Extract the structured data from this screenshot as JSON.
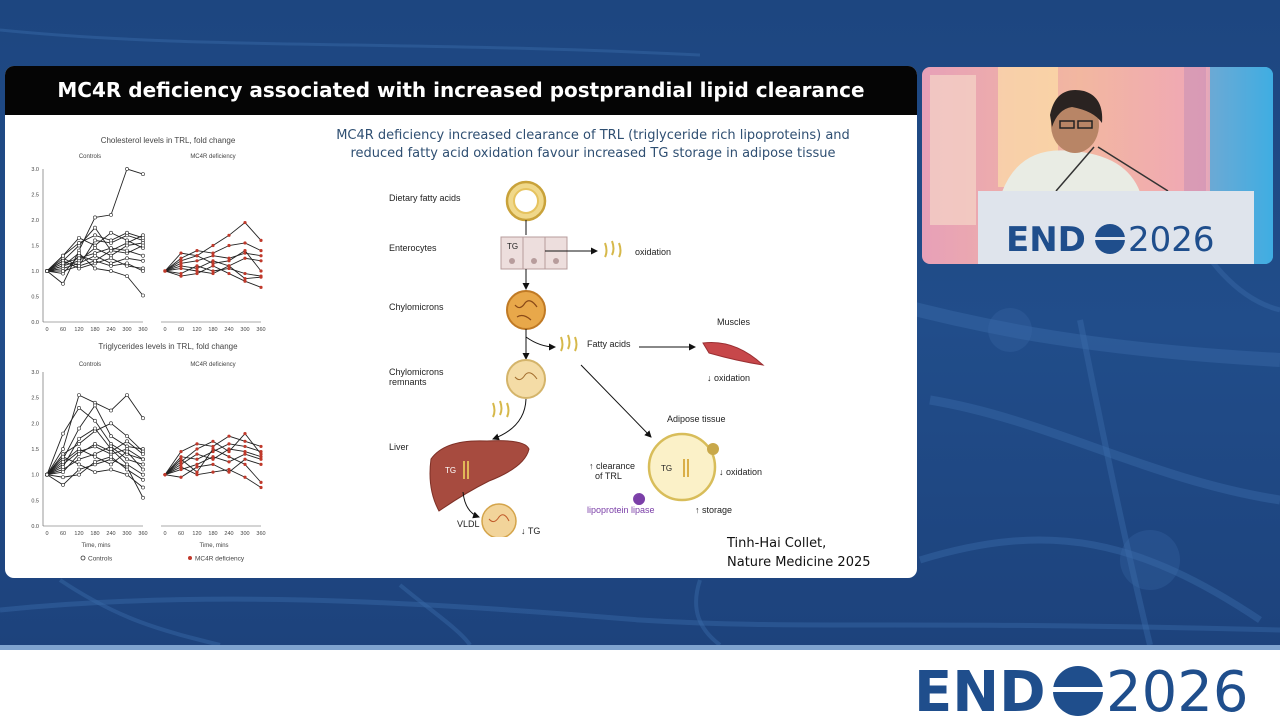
{
  "slide": {
    "title": "MC4R deficiency associated with increased postprandial lipid clearance",
    "subtitle_line1": "MC4R deficiency increased clearance of TRL (triglyceride rich lipoproteins) and",
    "subtitle_line2": "reduced fatty acid oxidation favour increased TG storage in adipose tissue",
    "citation_line1": "Tinh-Hai Collet,",
    "citation_line2": "Nature Medicine 2025"
  },
  "chart_data": [
    {
      "type": "line",
      "title": "Cholesterol levels in TRL, fold change",
      "panel": "Controls",
      "x": [
        0,
        60,
        120,
        180,
        240,
        300,
        360
      ],
      "yticks": [
        "0.0",
        "0.5",
        "1.0",
        "1.5",
        "2.0",
        "2.5",
        "3.0"
      ],
      "ylim": [
        0,
        3
      ],
      "marker": "open-circle",
      "color": "#222222",
      "series": [
        {
          "values": [
            1.0,
            0.75,
            1.4,
            2.05,
            2.1,
            3.0,
            2.9
          ]
        },
        {
          "values": [
            1.0,
            1.2,
            1.5,
            1.85,
            1.4,
            1.55,
            1.7
          ]
        },
        {
          "values": [
            1.0,
            1.25,
            1.1,
            1.6,
            1.55,
            1.7,
            1.6
          ]
        },
        {
          "values": [
            1.0,
            1.3,
            1.65,
            1.5,
            1.75,
            1.6,
            1.45
          ]
        },
        {
          "values": [
            1.0,
            1.1,
            1.2,
            1.45,
            1.3,
            1.5,
            1.55
          ]
        },
        {
          "values": [
            1.0,
            0.95,
            1.3,
            1.2,
            1.4,
            1.35,
            1.5
          ]
        },
        {
          "values": [
            1.0,
            1.05,
            1.15,
            1.3,
            1.15,
            1.25,
            1.2
          ]
        },
        {
          "values": [
            1.0,
            1.2,
            1.05,
            1.15,
            1.25,
            1.1,
            1.05
          ]
        },
        {
          "values": [
            1.0,
            1.1,
            1.35,
            1.05,
            1.0,
            0.9,
            0.52
          ]
        },
        {
          "values": [
            1.0,
            1.15,
            1.25,
            1.35,
            1.45,
            1.4,
            1.3
          ]
        },
        {
          "values": [
            1.0,
            1.3,
            1.55,
            1.7,
            1.6,
            1.75,
            1.65
          ]
        },
        {
          "values": [
            1.0,
            1.0,
            1.1,
            1.2,
            1.1,
            1.15,
            1.0
          ]
        }
      ]
    },
    {
      "type": "line",
      "panel": "MC4R deficiency",
      "x": [
        0,
        60,
        120,
        180,
        240,
        300,
        360
      ],
      "ylim": [
        0,
        3
      ],
      "marker": "filled-circle",
      "color": "#c0392b",
      "series": [
        {
          "values": [
            1.0,
            1.35,
            1.3,
            1.5,
            1.7,
            1.95,
            1.6
          ]
        },
        {
          "values": [
            1.0,
            1.25,
            1.4,
            1.35,
            1.5,
            1.55,
            1.4
          ]
        },
        {
          "values": [
            1.0,
            1.15,
            1.2,
            1.3,
            1.25,
            1.35,
            1.3
          ]
        },
        {
          "values": [
            1.0,
            1.1,
            1.05,
            1.2,
            1.1,
            1.25,
            1.2
          ]
        },
        {
          "values": [
            1.0,
            0.95,
            1.1,
            1.0,
            1.05,
            0.95,
            0.9
          ]
        },
        {
          "values": [
            1.0,
            1.05,
            1.0,
            0.95,
            1.1,
            0.85,
            0.88
          ]
        },
        {
          "values": [
            1.0,
            0.9,
            0.95,
            1.1,
            0.95,
            0.8,
            0.68
          ]
        },
        {
          "values": [
            1.0,
            1.2,
            1.3,
            1.15,
            1.2,
            1.4,
            1.0
          ]
        }
      ]
    },
    {
      "type": "line",
      "title": "Triglycerides levels in TRL, fold change",
      "panel": "Controls",
      "x": [
        0,
        60,
        120,
        180,
        240,
        300,
        360
      ],
      "xticks": [
        "0",
        "60",
        "120",
        "180",
        "240",
        "300",
        "360"
      ],
      "yticks": [
        "0.0",
        "0.5",
        "1.0",
        "1.5",
        "2.0",
        "2.5",
        "3.0"
      ],
      "ylim": [
        0,
        3
      ],
      "xlabel": "Time, mins",
      "marker": "open-circle",
      "color": "#222222",
      "series": [
        {
          "values": [
            1.0,
            1.5,
            2.55,
            2.4,
            2.25,
            2.55,
            2.1
          ]
        },
        {
          "values": [
            1.0,
            1.8,
            2.3,
            2.05,
            1.6,
            1.4,
            1.3
          ]
        },
        {
          "values": [
            1.0,
            1.3,
            1.9,
            2.35,
            1.75,
            1.55,
            1.5
          ]
        },
        {
          "values": [
            1.0,
            1.4,
            1.6,
            1.85,
            2.0,
            1.75,
            1.45
          ]
        },
        {
          "values": [
            1.0,
            1.2,
            1.45,
            1.55,
            1.4,
            1.5,
            1.3
          ]
        },
        {
          "values": [
            1.0,
            1.1,
            1.3,
            1.4,
            1.55,
            1.3,
            1.2
          ]
        },
        {
          "values": [
            1.0,
            1.25,
            1.5,
            1.35,
            1.2,
            1.45,
            1.1
          ]
        },
        {
          "values": [
            1.0,
            0.8,
            1.1,
            1.2,
            1.3,
            1.15,
            0.55
          ]
        },
        {
          "values": [
            1.0,
            1.35,
            1.2,
            1.05,
            1.1,
            1.0,
            0.75
          ]
        },
        {
          "values": [
            1.0,
            1.05,
            1.4,
            1.6,
            1.45,
            1.65,
            1.4
          ]
        },
        {
          "values": [
            1.0,
            1.15,
            1.7,
            1.9,
            1.5,
            1.2,
            1.0
          ]
        },
        {
          "values": [
            1.0,
            0.95,
            1.0,
            1.25,
            1.35,
            1.1,
            0.9
          ]
        }
      ]
    },
    {
      "type": "line",
      "panel": "MC4R deficiency",
      "x": [
        0,
        60,
        120,
        180,
        240,
        300,
        360
      ],
      "xticks": [
        "0",
        "60",
        "120",
        "180",
        "240",
        "300",
        "360"
      ],
      "ylim": [
        0,
        3
      ],
      "xlabel": "Time, mins",
      "marker": "filled-circle",
      "color": "#c0392b",
      "series": [
        {
          "values": [
            1.0,
            1.45,
            1.6,
            1.55,
            1.75,
            1.65,
            1.55
          ]
        },
        {
          "values": [
            1.0,
            1.25,
            1.5,
            1.65,
            1.45,
            1.8,
            1.4
          ]
        },
        {
          "values": [
            1.0,
            1.35,
            1.3,
            1.45,
            1.6,
            1.55,
            1.45
          ]
        },
        {
          "values": [
            1.0,
            1.1,
            1.2,
            1.35,
            1.25,
            1.4,
            1.3
          ]
        },
        {
          "values": [
            1.0,
            0.95,
            1.15,
            1.2,
            1.05,
            1.3,
            1.2
          ]
        },
        {
          "values": [
            1.0,
            1.15,
            1.0,
            1.05,
            1.1,
            0.95,
            0.75
          ]
        },
        {
          "values": [
            1.0,
            1.3,
            1.05,
            1.5,
            1.35,
            1.2,
            0.85
          ]
        },
        {
          "values": [
            1.0,
            1.2,
            1.4,
            1.3,
            1.5,
            1.45,
            1.35
          ]
        }
      ]
    }
  ],
  "chart_legend": {
    "controls": "Controls",
    "mc4r": "MC4R deficiency"
  },
  "diagram": {
    "dietary": "Dietary fatty acids",
    "enterocytes": "Enterocytes",
    "tg": "TG",
    "oxidation": "oxidation",
    "chylomicrons": "Chylomicrons",
    "remnants_line1": "Chylomicrons",
    "remnants_line2": "remnants",
    "fatty_acids": "Fatty acids",
    "muscles": "Muscles",
    "down_oxidation": "↓ oxidation",
    "adipose": "Adipose tissue",
    "clearance_line1": "↑ clearance",
    "clearance_line2": "of TRL",
    "lipoprotein_lipase": "lipoprotein lipase",
    "up_storage": "↑ storage",
    "liver": "Liver",
    "vldl": "VLDL",
    "down_tg": "↓ TG"
  },
  "branding": {
    "logo_left": "END",
    "logo_right": "2026",
    "accent": "#1f4e8c",
    "background": "#1f4a86"
  }
}
